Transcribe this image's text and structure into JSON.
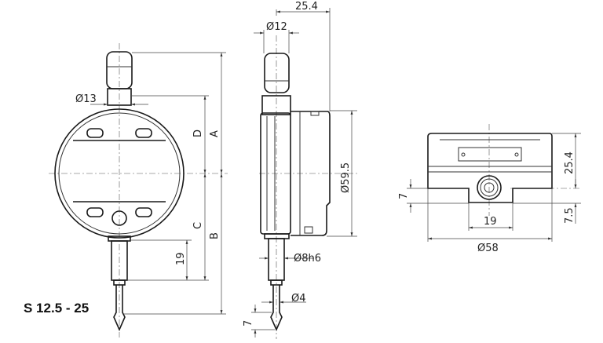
{
  "model_label": "S 12.5 - 25",
  "front_view": {
    "dia_collar": "Ø13",
    "dim_a": "A",
    "dim_b": "B",
    "dim_c": "C",
    "dim_d": "D",
    "dim_19": "19"
  },
  "side_view": {
    "width": "25.4",
    "dia_knob": "Ø12",
    "dia_body": "Ø59.5",
    "dia_stem": "Ø8h6",
    "dia_tip": "Ø4",
    "tip_len": "7"
  },
  "top_view": {
    "height": "25.4",
    "lug_height": "7.5",
    "offset": "7",
    "lug_width": "19",
    "dia": "Ø58"
  }
}
